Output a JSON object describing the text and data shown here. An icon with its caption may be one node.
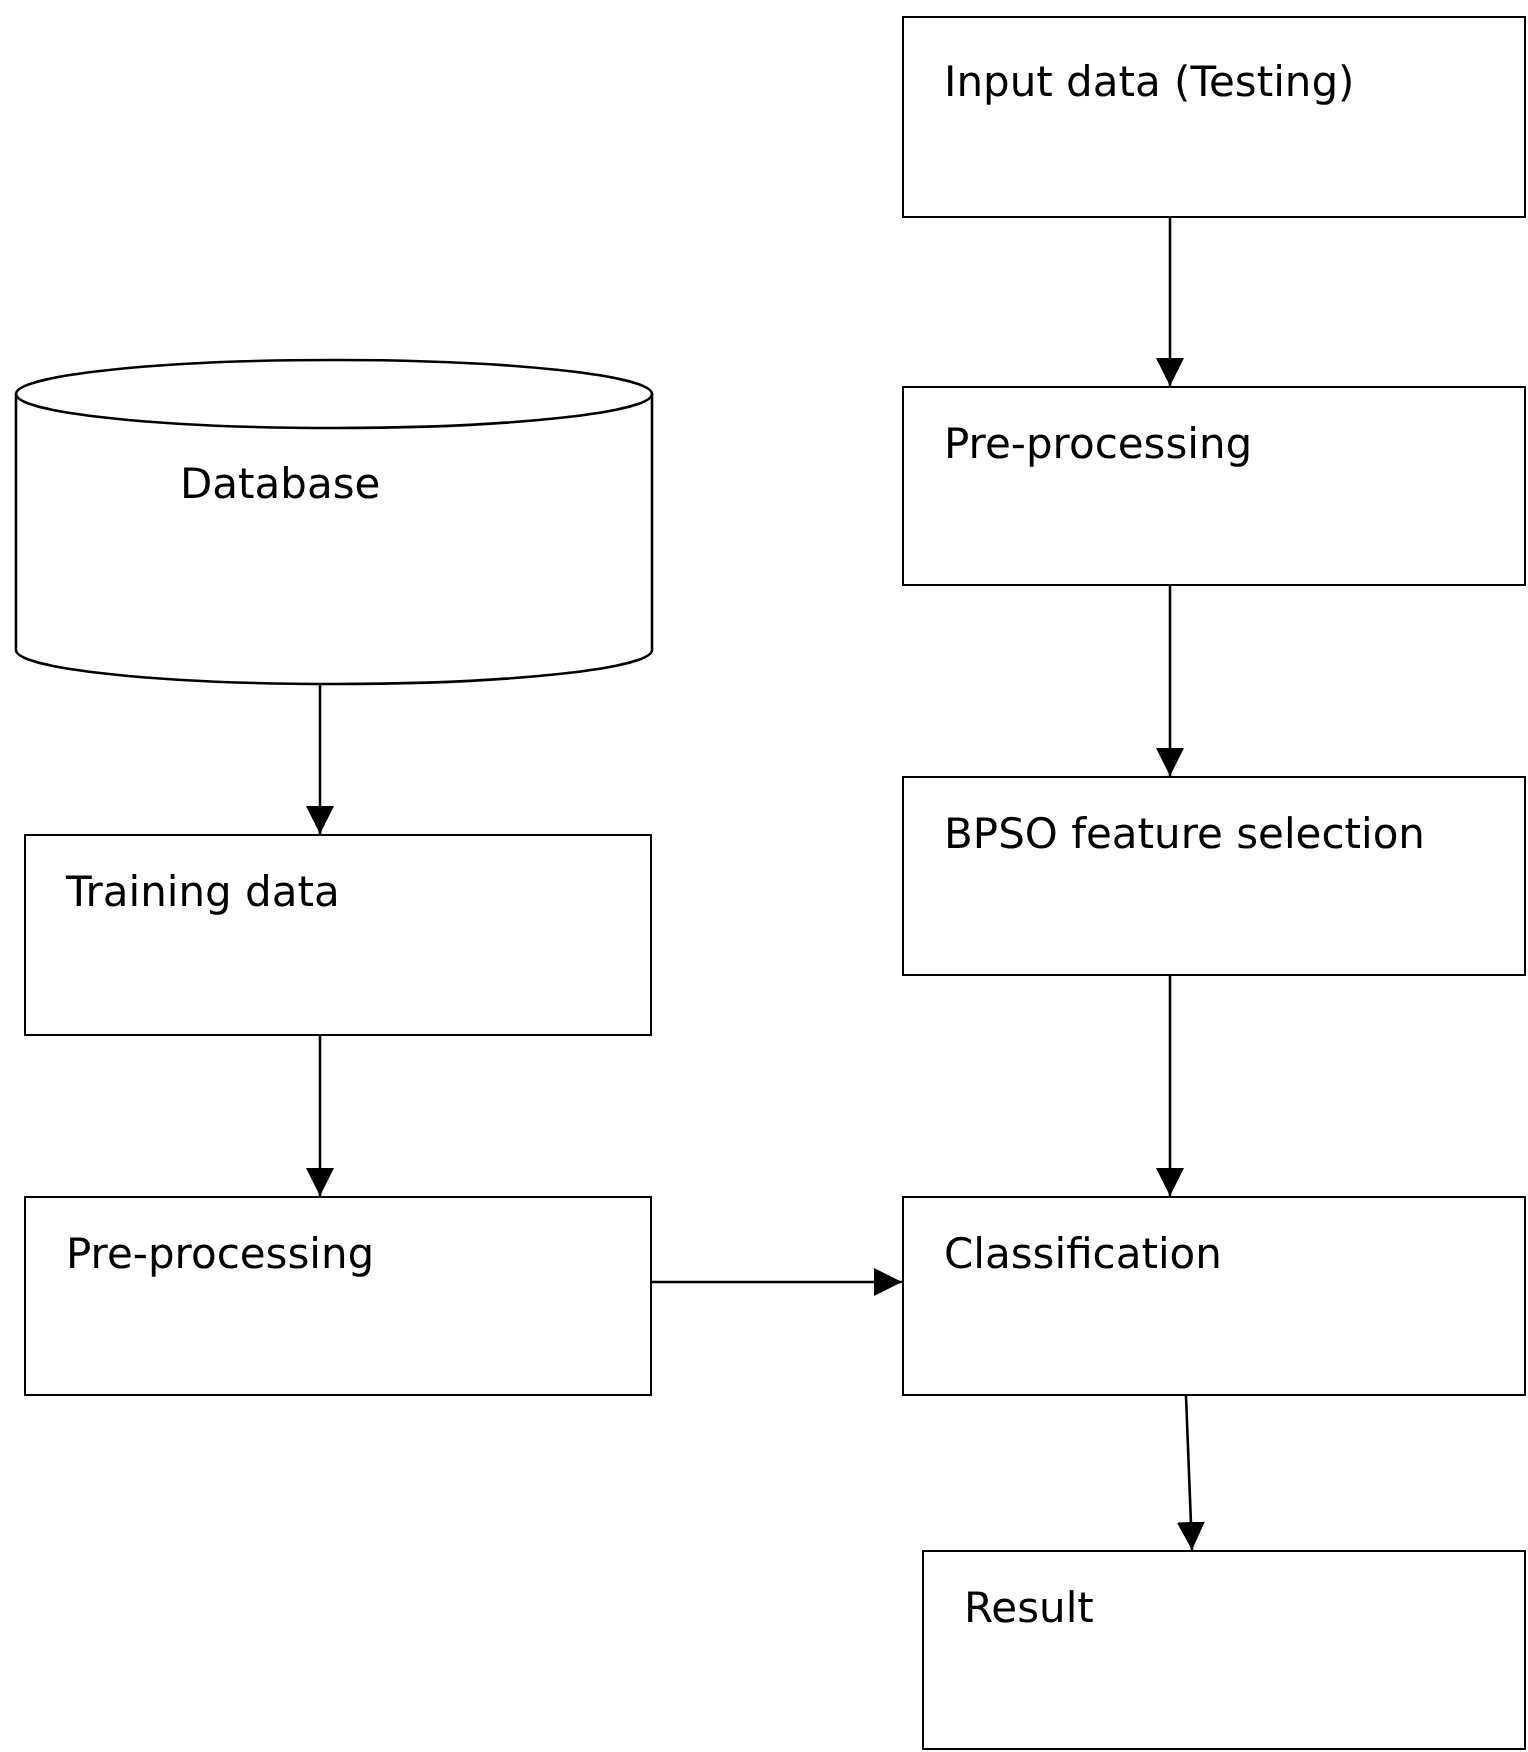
{
  "diagram": {
    "nodes": [
      {
        "text": [
          "Database"
        ]
      },
      {
        "text": [
          "Training data"
        ]
      },
      {
        "text": [
          "Pre-processing"
        ]
      },
      {
        "text": [
          "Input data (Testing)"
        ]
      },
      {
        "text": [
          "Pre-processing"
        ]
      },
      {
        "text": [
          "BPSO feature selection"
        ]
      },
      {
        "text": [
          "Classification"
        ]
      },
      {
        "text": [
          "Result"
        ]
      }
    ],
    "edges": [
      {
        "from": 0,
        "to": 1,
        "arrow": "to"
      },
      {
        "from": 1,
        "to": 2,
        "arrow": "to"
      },
      {
        "from": 3,
        "to": 4,
        "arrow": "to"
      },
      {
        "from": 4,
        "to": 5,
        "arrow": "to"
      },
      {
        "from": 5,
        "to": 6,
        "arrow": "to"
      },
      {
        "from": 2,
        "to": 6,
        "arrow": "to"
      },
      {
        "from": 6,
        "to": 7,
        "arrow": "to"
      }
    ]
  }
}
